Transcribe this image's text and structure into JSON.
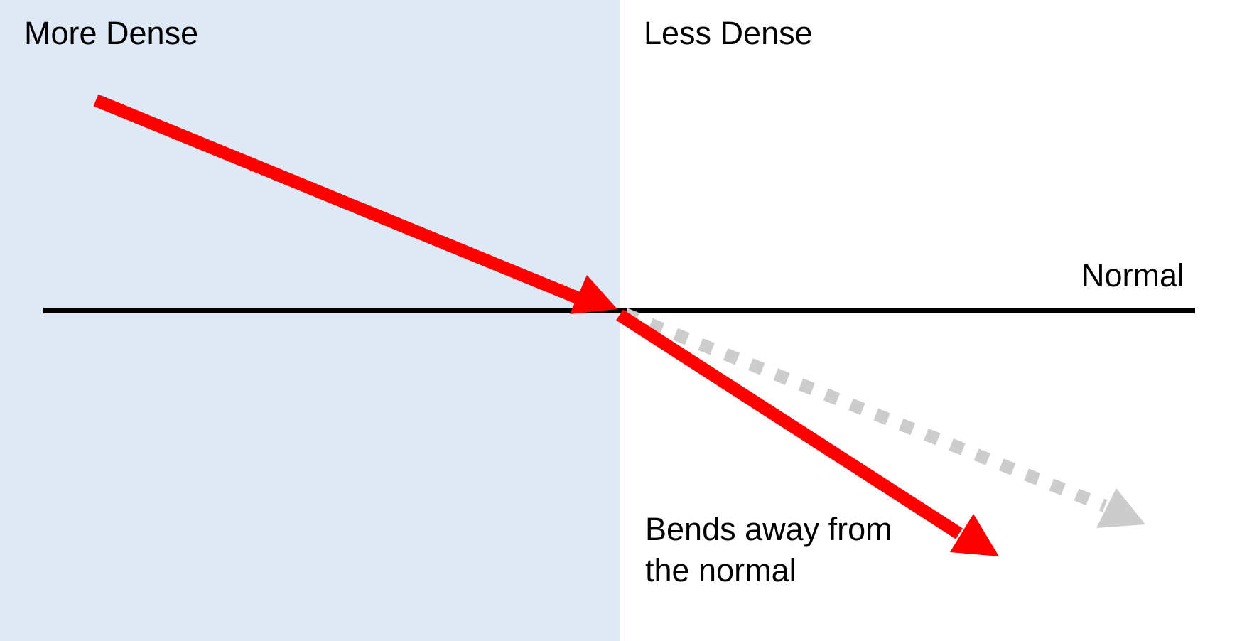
{
  "labels": {
    "more_dense": "More Dense",
    "less_dense": "Less Dense",
    "normal": "Normal",
    "bends_line1": "Bends away from",
    "bends_line2": "the normal"
  },
  "colors": {
    "dense_medium": "#dee9f5",
    "less_dense_medium": "#ffffff",
    "normal_line": "#000000",
    "ray": "#ff0000",
    "undeviated_path": "#cccccc"
  }
}
